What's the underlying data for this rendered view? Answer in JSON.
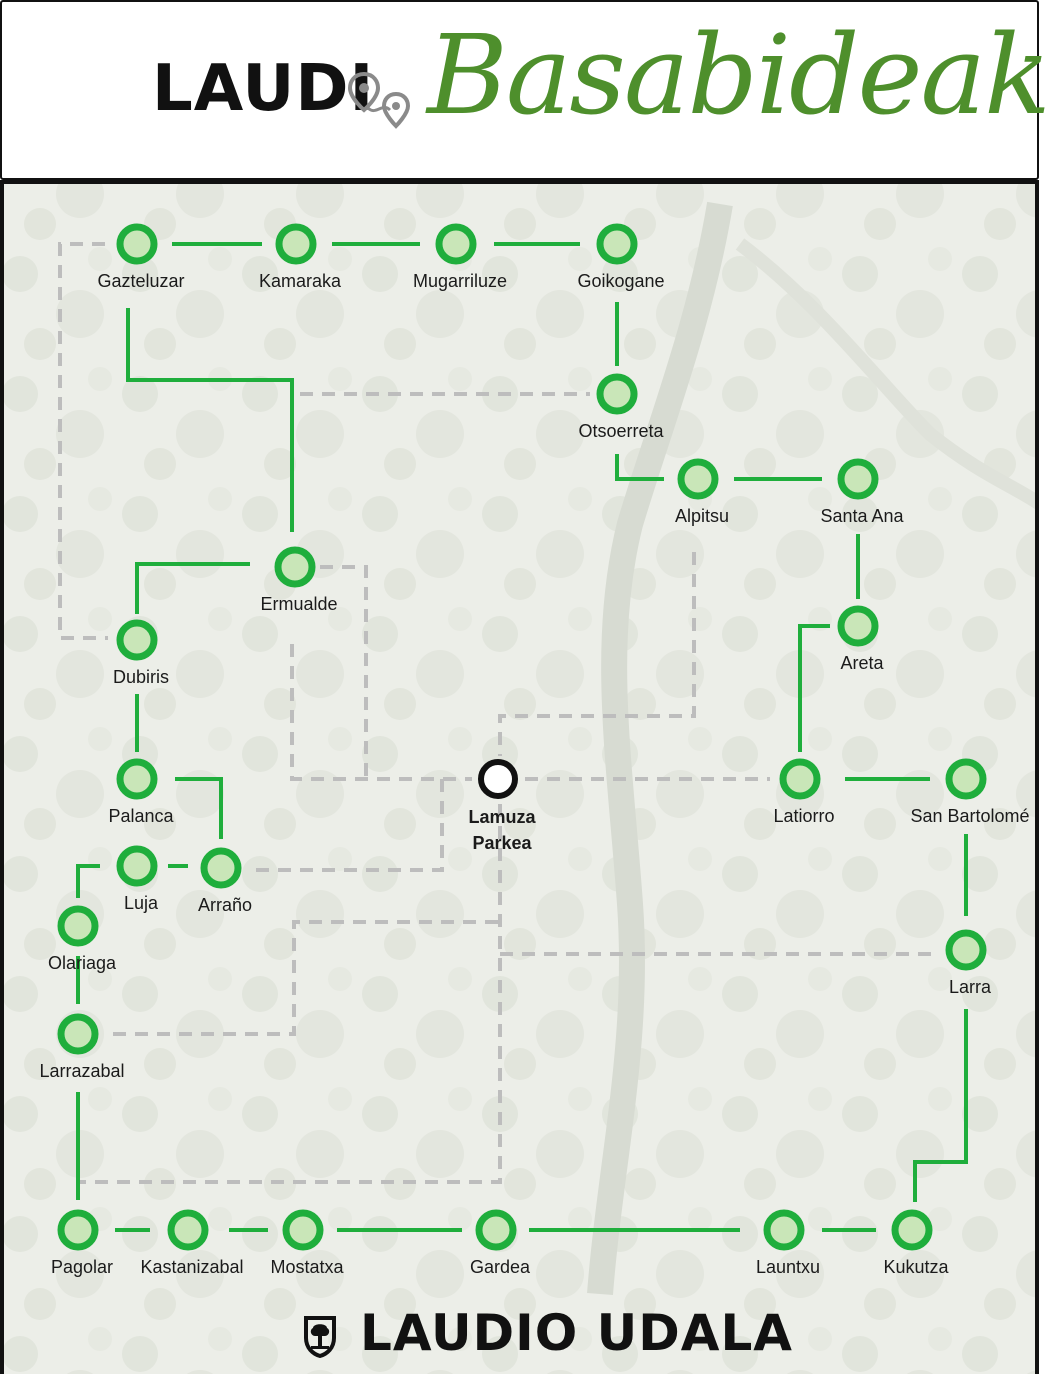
{
  "header": {
    "brand_left": "LAUDI",
    "brand_script": "Basabideak",
    "icon": "route-pins-icon"
  },
  "footer": {
    "title": "LAUDIO UDALA",
    "icon": "municipal-emblem-icon"
  },
  "colors": {
    "route_green": "#1fae3c",
    "node_fill": "#c9e6b8",
    "connector_grey": "#bdbdbd",
    "brand_green": "#4e8f2c",
    "hub_stroke": "#111111"
  },
  "map": {
    "hub": {
      "line1": "Lamuza",
      "line2": "Parkea"
    },
    "stations": [
      "Gazteluzar",
      "Kamaraka",
      "Mugarriluze",
      "Goikogane",
      "Otsoerreta",
      "Alpitsu",
      "Santa Ana",
      "Ermualde",
      "Dubiris",
      "Areta",
      "Palanca",
      "Latiorro",
      "San Bartolomé",
      "Luja",
      "Arraño",
      "Olariaga",
      "Larra",
      "Larrazabal",
      "Pagolar",
      "Kastanizabal",
      "Mostatxa",
      "Gardea",
      "Launtxu",
      "Kukutza"
    ]
  }
}
